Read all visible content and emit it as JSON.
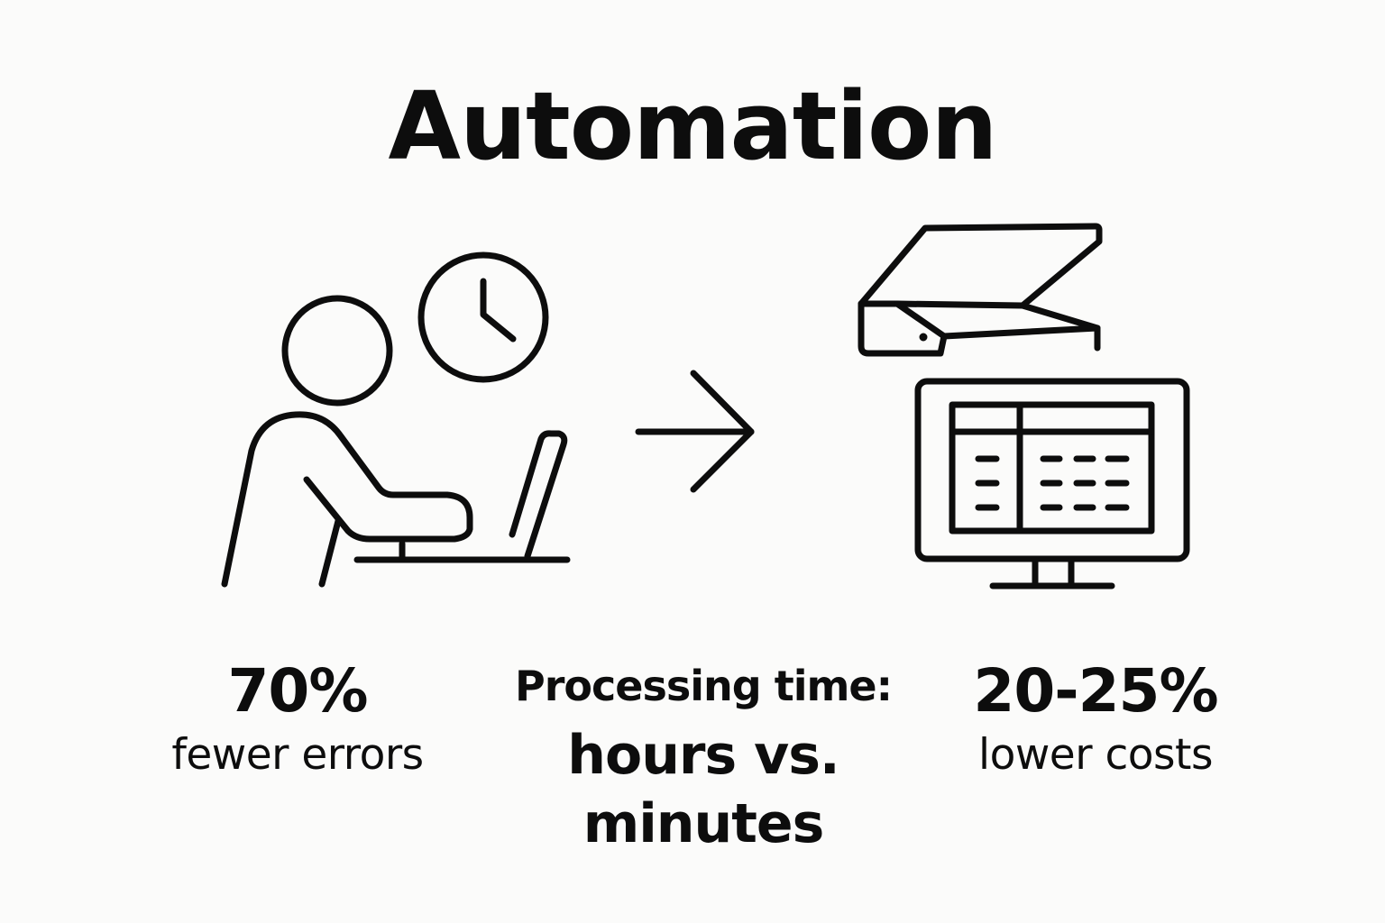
{
  "title": "Automation",
  "stats": {
    "errors": {
      "value": "70%",
      "label": "fewer errors"
    },
    "time": {
      "label": "Processing time:",
      "line1": "hours vs.",
      "line2": "minutes"
    },
    "costs": {
      "value": "20-25%",
      "label": "lower costs"
    }
  },
  "icons": [
    "person-icon",
    "clock-icon",
    "laptop-icon",
    "arrow-right-icon",
    "scanner-icon",
    "monitor-icon",
    "spreadsheet-icon"
  ],
  "colors": {
    "ink": "#0d0d0d",
    "background": "#fbfbfa"
  }
}
